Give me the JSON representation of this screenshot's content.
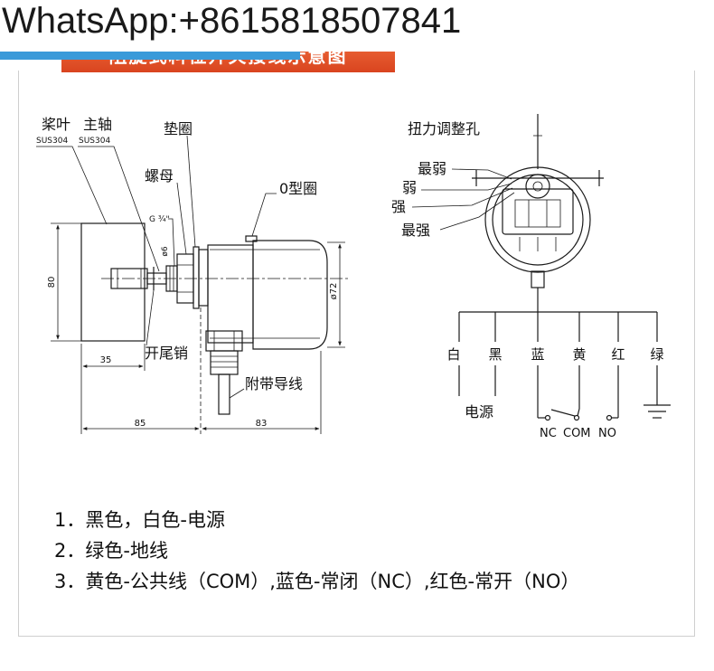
{
  "watermark": {
    "text": "WhatsApp:+8615818507841"
  },
  "banner": {
    "title": "阻旋式料位开关接线示意图"
  },
  "colors": {
    "accent_blue": "#3a9ad9",
    "banner": "#e2532b",
    "line": "#1a1a1a",
    "frame": "#cfcfcf"
  },
  "mechanical": {
    "paddle_label": "桨叶",
    "shaft_label": "主轴",
    "materials": [
      "SUS304",
      "SUS304"
    ],
    "washer_label": "垫圈",
    "nut_label": "螺母",
    "thread_label": "G ¾\"",
    "shaft_dia_label": "ø6",
    "oring_label": "0型圈",
    "height_dim": "80",
    "body_dia_dim": "ø72",
    "paddle_len_dim": "35",
    "pin_label": "开尾销",
    "cable_label": "附带导线",
    "front_len_dim": "85",
    "body_len_dim": "83"
  },
  "wiring": {
    "torque_hole_label": "扭力调整孔",
    "levels": [
      "最弱",
      "弱",
      "强",
      "最强"
    ],
    "wires": [
      "白",
      "黑",
      "蓝",
      "黄",
      "红",
      "绿"
    ],
    "power_label": "电源",
    "contacts": [
      "NC",
      "COM",
      "NO"
    ]
  },
  "notes": [
    "1．黑色，白色-电源",
    "2．绿色-地线",
    "3．黄色-公共线（COM）,蓝色-常闭（NC）,红色-常开（NO）"
  ]
}
